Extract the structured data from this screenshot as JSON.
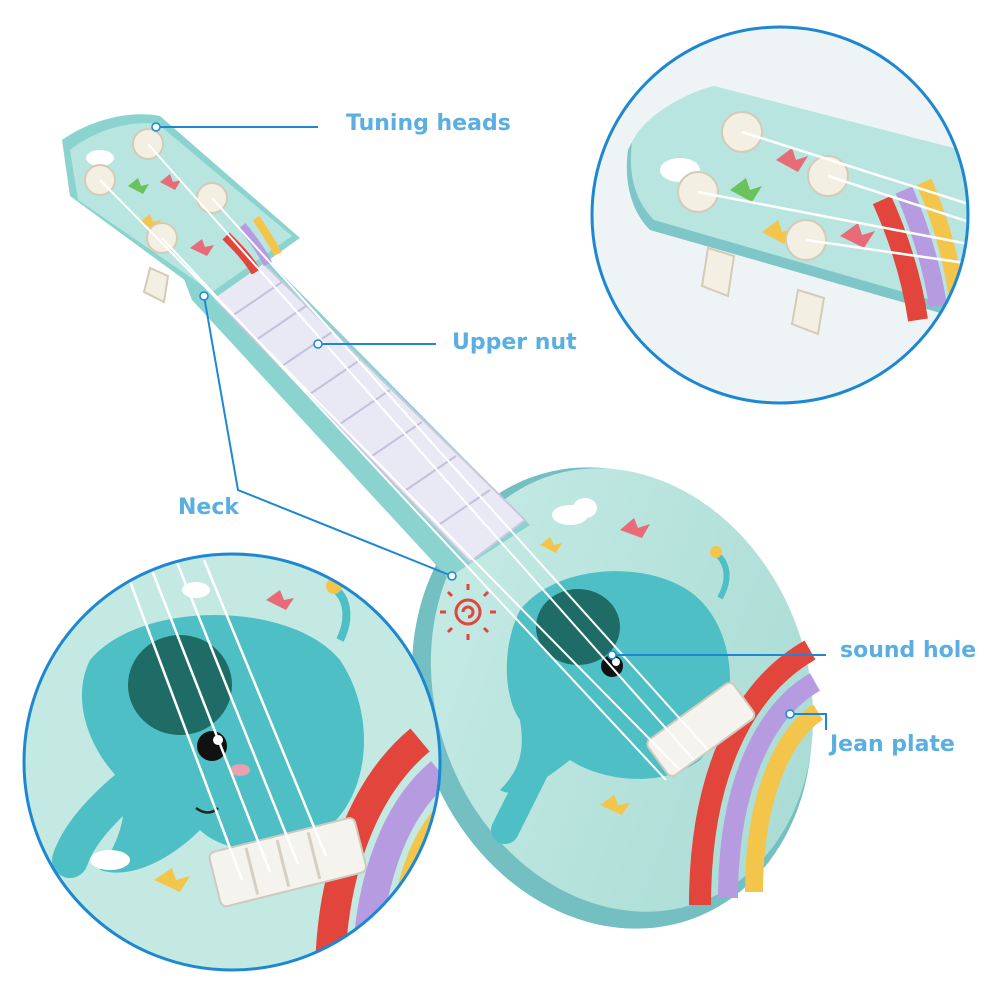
{
  "labels": {
    "tuning_heads": "Tuning heads",
    "upper_nut": "Upper nut",
    "neck": "Neck",
    "sound_hole": "sound hole",
    "jean_plate": "Jean plate"
  },
  "colors": {
    "label_text": "#5aaee0",
    "leader_line": "#1d88d1",
    "body": "#a8ded6",
    "body_edge": "#7fc6c8",
    "fretboard": "#e9e9f5",
    "elephant": "#4fbfc6",
    "sound_hole": "#1f6b66",
    "rainbow_red": "#e2453c",
    "rainbow_purple": "#b69be0",
    "rainbow_yellow": "#f3c54a",
    "peg": "#f4efe3"
  },
  "icons": {
    "birds": "bird-icon",
    "sun": "sun-icon",
    "cloud": "cloud-icon"
  }
}
